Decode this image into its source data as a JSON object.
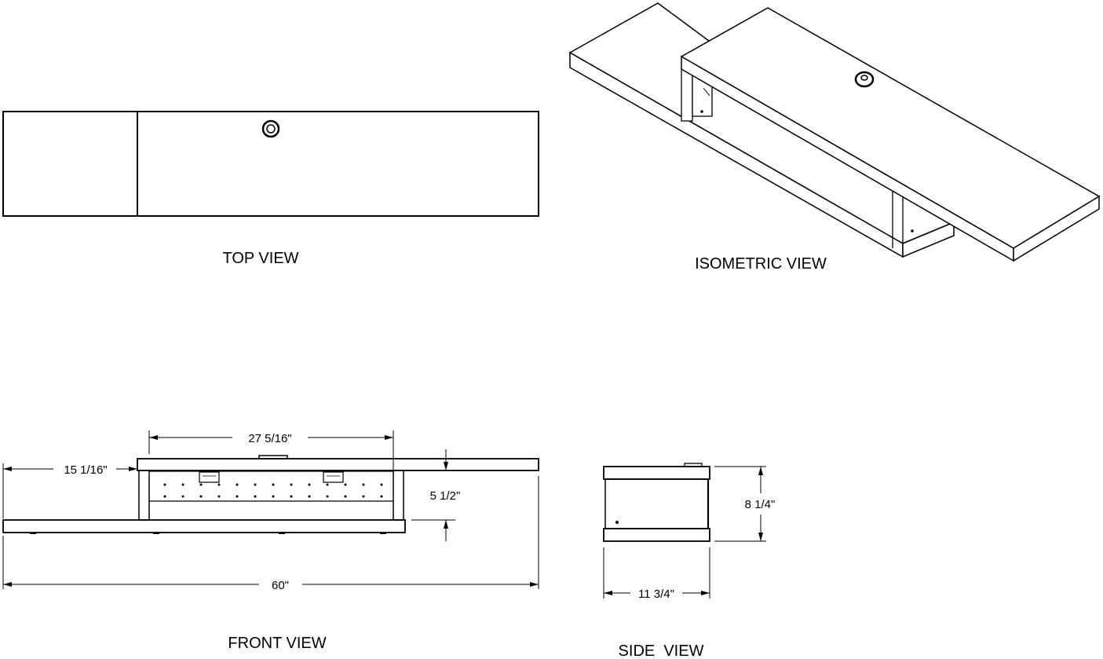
{
  "views": {
    "top": "TOP VIEW",
    "isometric": "ISOMETRIC VIEW",
    "front": "FRONT VIEW",
    "side": "SIDE  VIEW"
  },
  "dimensions": {
    "shelf_span": "27 5/16\"",
    "left_offset": "15 1/16\"",
    "shelf_gap": "5 1/2\"",
    "overall_width": "60\"",
    "overall_height": "8 1/4\"",
    "depth": "11 3/4\""
  }
}
